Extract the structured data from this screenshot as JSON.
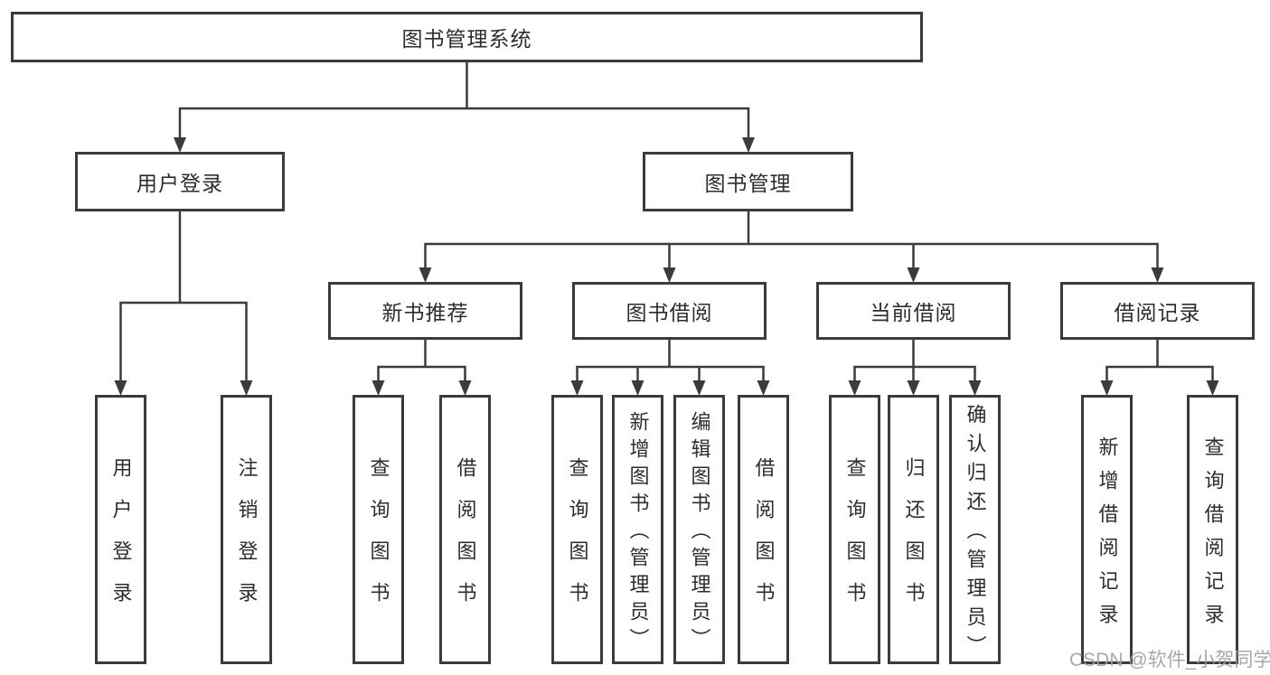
{
  "colors": {
    "line": "#3b3b3b",
    "box_border": "#3b3b3b",
    "box_background": "#ffffff",
    "text": "#2d2d2d",
    "watermark": "#9f9f9f"
  },
  "tree": {
    "root": {
      "label": "图书管理系统"
    },
    "branches": [
      {
        "label": "用户登录",
        "children": [
          {
            "label": "用户登录"
          },
          {
            "label": "注销登录"
          }
        ]
      },
      {
        "label": "图书管理",
        "children": [
          {
            "label": "新书推荐",
            "children": [
              {
                "label": "查询图书"
              },
              {
                "label": "借阅图书"
              }
            ]
          },
          {
            "label": "图书借阅",
            "children": [
              {
                "label": "查询图书"
              },
              {
                "label": "新增图书（管理员）"
              },
              {
                "label": "编辑图书（管理员）"
              },
              {
                "label": "借阅图书"
              }
            ]
          },
          {
            "label": "当前借阅",
            "children": [
              {
                "label": "查询图书"
              },
              {
                "label": "归还图书"
              },
              {
                "label": "确认归还（管理员）"
              }
            ]
          },
          {
            "label": "借阅记录",
            "children": [
              {
                "label": "新增借阅记录"
              },
              {
                "label": "查询借阅记录"
              }
            ]
          }
        ]
      }
    ]
  },
  "watermark": {
    "text": "CSDN @软件_小贺同学"
  }
}
